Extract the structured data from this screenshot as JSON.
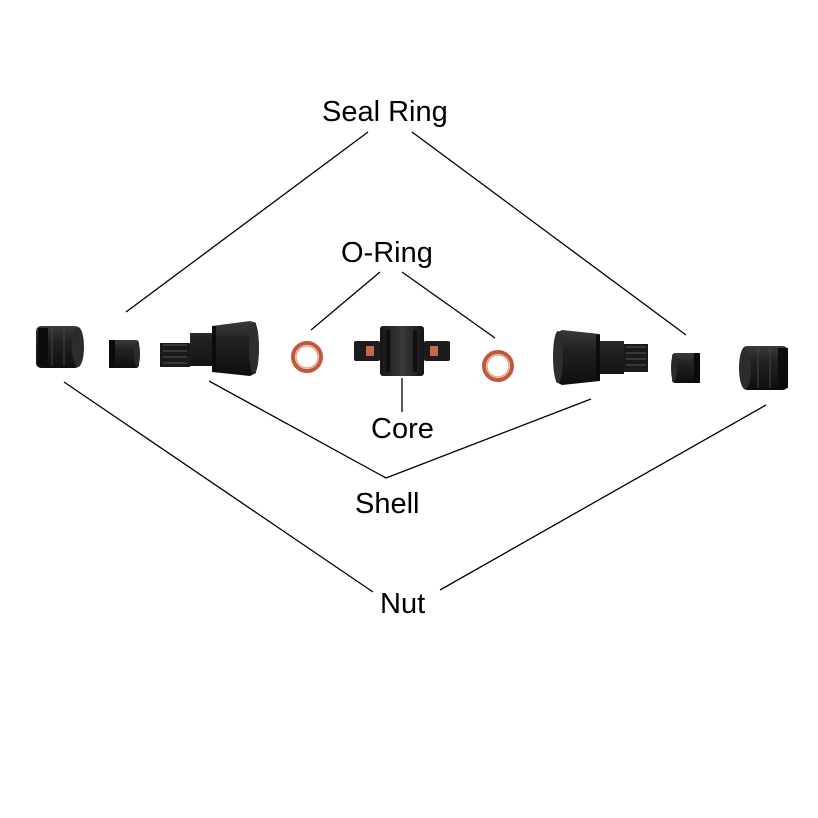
{
  "labels": {
    "seal_ring": "Seal Ring",
    "o_ring": "O-Ring",
    "core": "Core",
    "shell": "Shell",
    "nut": "Nut"
  },
  "colors": {
    "background": "#ffffff",
    "text": "#000000",
    "leader_line": "#000000",
    "component_plastic": "#1f1f1f",
    "o_ring": "#c0583a",
    "core_contact": "#c06a4a"
  },
  "parts": [
    "nut",
    "seal-ring",
    "shell",
    "o-ring",
    "core",
    "o-ring",
    "shell",
    "seal-ring",
    "nut"
  ]
}
